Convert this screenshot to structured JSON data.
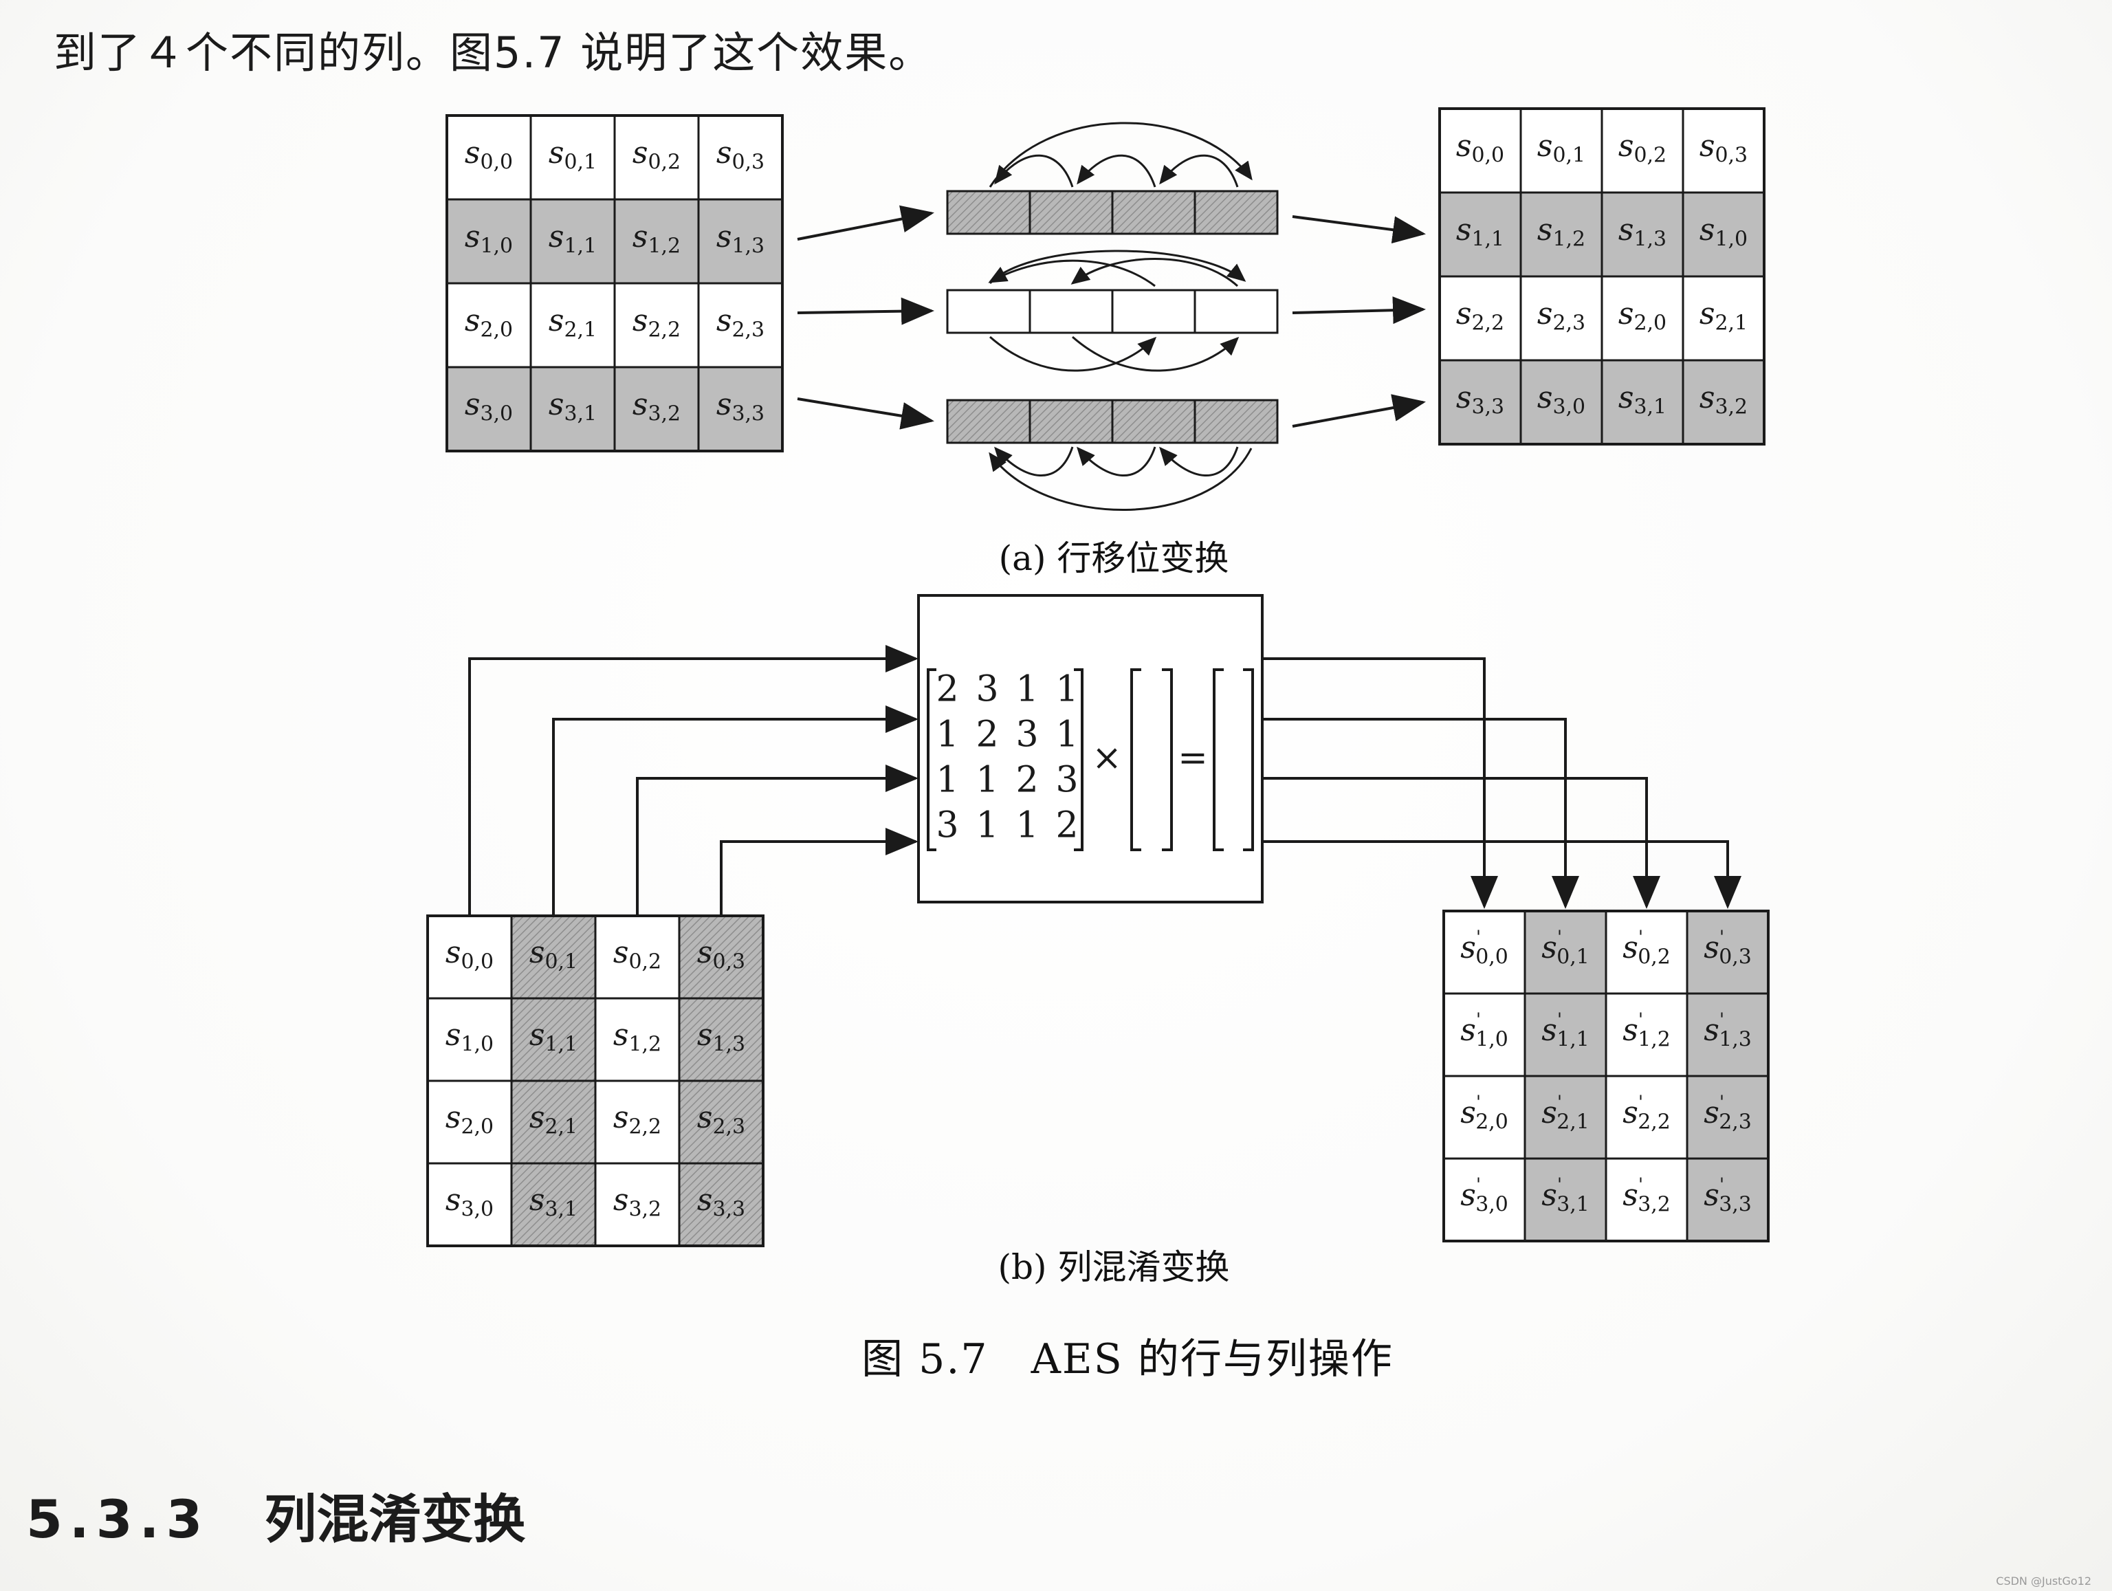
{
  "top_text": "到了４个不同的列。图5.7 说明了这个效果。",
  "row_shift": {
    "caption": "(a) 行移位变换",
    "input_grid": [
      [
        "s0,0",
        "s0,1",
        "s0,2",
        "s0,3"
      ],
      [
        "s1,0",
        "s1,1",
        "s1,2",
        "s1,3"
      ],
      [
        "s2,0",
        "s2,1",
        "s2,2",
        "s2,3"
      ],
      [
        "s3,0",
        "s3,1",
        "s3,2",
        "s3,3"
      ]
    ],
    "output_grid": [
      [
        "s0,0",
        "s0,1",
        "s0,2",
        "s0,3"
      ],
      [
        "s1,1",
        "s1,2",
        "s1,3",
        "s1,0"
      ],
      [
        "s2,2",
        "s2,3",
        "s2,0",
        "s2,1"
      ],
      [
        "s3,3",
        "s3,0",
        "s3,1",
        "s3,2"
      ]
    ],
    "shifts": [
      0,
      1,
      2,
      3
    ],
    "shaded_rows": [
      1,
      3
    ]
  },
  "mix_columns": {
    "caption": "(b) 列混淆变换",
    "matrix": [
      [
        2,
        3,
        1,
        1
      ],
      [
        1,
        2,
        3,
        1
      ],
      [
        1,
        1,
        2,
        3
      ],
      [
        3,
        1,
        1,
        2
      ]
    ],
    "multiply_symbol": "×",
    "equals_symbol": "=",
    "input_grid": [
      [
        "s0,0",
        "s0,1",
        "s0,2",
        "s0,3"
      ],
      [
        "s1,0",
        "s1,1",
        "s1,2",
        "s1,3"
      ],
      [
        "s2,0",
        "s2,1",
        "s2,2",
        "s2,3"
      ],
      [
        "s3,0",
        "s3,1",
        "s3,2",
        "s3,3"
      ]
    ],
    "output_grid": [
      [
        "s'0,0",
        "s'0,1",
        "s'0,2",
        "s'0,3"
      ],
      [
        "s'1,0",
        "s'1,1",
        "s'1,2",
        "s'1,3"
      ],
      [
        "s'2,0",
        "s'2,1",
        "s'2,2",
        "s'2,3"
      ],
      [
        "s'3,0",
        "s'3,1",
        "s'3,2",
        "s'3,3"
      ]
    ],
    "shaded_columns": [
      1,
      3
    ]
  },
  "figure_caption": "图 5.7　AES 的行与列操作",
  "section": {
    "number": "5.3.3",
    "title": "列混淆变换"
  },
  "watermark": "CSDN @JustGo12",
  "colors": {
    "ink": "#1a1a1a",
    "shade": "#bdbdbd",
    "paper": "#ffffff"
  }
}
